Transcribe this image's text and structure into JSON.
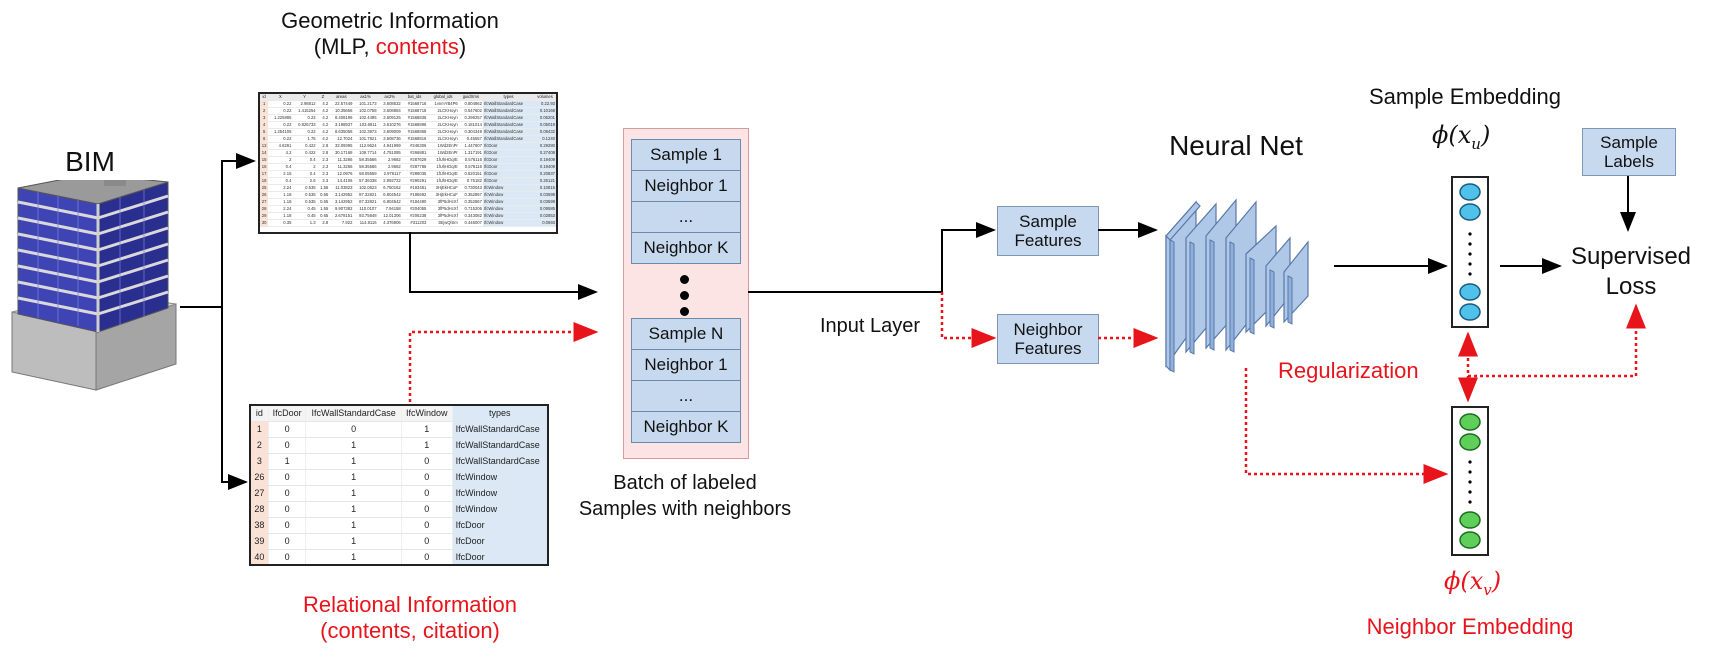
{
  "labels": {
    "bim": "BIM",
    "geo_title_line1": "Geometric Information",
    "geo_title_line2_pre": "(MLP, ",
    "geo_title_line2_red": "contents",
    "geo_title_line2_post": ")",
    "rel_title_line1": "Relational Information",
    "rel_title_line2": "(contents, citation)",
    "batch_caption_line1": "Batch of labeled",
    "batch_caption_line2": "Samples with neighbors",
    "input_layer": "Input Layer",
    "neural_net": "Neural Net",
    "sample_embedding": "Sample Embedding",
    "phi_xu": "ϕ(x",
    "phi_xu_sub": "u",
    "phi_xv": "ϕ(x",
    "phi_xv_sub": "v",
    "regularization": "Regularization",
    "supervised_loss_line1": "Supervised",
    "supervised_loss_line2": "Loss",
    "neighbor_embedding": "Neighbor Embedding"
  },
  "boxes": {
    "sample_features_line1": "Sample",
    "sample_features_line2": "Features",
    "neighbor_features_line1": "Neighbor",
    "neighbor_features_line2": "Features",
    "sample_labels_line1": "Sample",
    "sample_labels_line2": "Labels"
  },
  "batch": {
    "items_top": [
      "Sample 1",
      "Neighbor 1",
      "...",
      "Neighbor K"
    ],
    "items_bottom": [
      "Sample N",
      "Neighbor 1",
      "...",
      "Neighbor K"
    ]
  },
  "geo_table": {
    "header": [
      "id",
      "X",
      "Y",
      "Z",
      "areas",
      "ax1%",
      "ax2%",
      "bat_ids",
      "global_ids",
      "guidXms",
      "types",
      "volumes"
    ],
    "rows": [
      [
        "1",
        "0.22",
        "2.98812",
        "4.2",
        "22.57449",
        "101.2173",
        "3.608532",
        "#1568716",
        "1vnmYB4P6",
        "0.804862",
        "IfcWallStandardCase",
        "0.22.93"
      ],
      [
        "2",
        "0.22",
        "1.415254",
        "4.2",
        "10.35656",
        "102.0758",
        "3.608884",
        "#1568718",
        "2LCKHoyn",
        "0.547602",
        "IfcWallStandardCase",
        "0.10168"
      ],
      [
        "3",
        "1.225895",
        "0.22",
        "4.2",
        "8.408196",
        "102.4495",
        "3.609125",
        "#1568836",
        "2LCKHoyn",
        "0.296257",
        "IfcWallStandardCase",
        "0.06201"
      ],
      [
        "4",
        "0.22",
        "0.826733",
        "4.2",
        "3.198937",
        "103.6911",
        "3.610276",
        "#1568896",
        "2LCKHoyn",
        "0.181014",
        "IfcWallStandardCase",
        "0.05019"
      ],
      [
        "5",
        "1.254105",
        "0.22",
        "4.2",
        "8.635056",
        "102.3973",
        "3.609009",
        "#1568858",
        "2LCKHoyn",
        "0.304349",
        "IfcWallStandardCase",
        "0.08432"
      ],
      [
        "6",
        "0.22",
        "1.76",
        "4.2",
        "12.7024",
        "101.7821",
        "3.608736",
        "#1568816",
        "2LCKHoyn",
        "0.45557",
        "IfcWallStandardCase",
        "0.1240"
      ],
      [
        "13",
        "4.8291",
        "0.422",
        "2.8",
        "33.09395",
        "112.9624",
        "4.941969",
        "#246306",
        "1Wd2EnPr",
        "1.447607",
        "IfcDoor",
        "0.29280"
      ],
      [
        "14",
        "4.2",
        "0.422",
        "2.8",
        "30.17168",
        "109.7714",
        "4.751085",
        "#266881",
        "1Wd2EnPr",
        "1.317191",
        "IfcDoor",
        "0.27408"
      ],
      [
        "15",
        "2",
        "0.4",
        "2.3",
        "11.3266",
        "58.35566",
        "2.9682",
        "#287629",
        "1fUhHDqrE",
        "0.576116",
        "IfcDoor",
        "0.19409"
      ],
      [
        "16",
        "0.4",
        "2",
        "2.3",
        "11.3266",
        "58.35566",
        "2.9682",
        "#287786",
        "1fUhHDqrE",
        "0.576116",
        "IfcDoor",
        "0.19409"
      ],
      [
        "17",
        "2.15",
        "0.4",
        "2.3",
        "12.0976",
        "58.05659",
        "2.976117",
        "#289035",
        "1fUhHDqrE",
        "0.620151",
        "IfcDoor",
        "0.20837"
      ],
      [
        "18",
        "0.4",
        "2.6",
        "2.3",
        "14.4106",
        "57.36338",
        "2.992722",
        "#290291",
        "1fUhHDqrE",
        "0.75182",
        "IfcDoor",
        "0.25121"
      ],
      [
        "25",
        "2.24",
        "0.535",
        "1.55",
        "11.03823",
        "102.0623",
        "6.750162",
        "#193461",
        "3HjEkHCuF",
        "0.730043",
        "IfcWindow",
        "0.10815"
      ],
      [
        "26",
        "1.18",
        "0.535",
        "0.65",
        "3.142952",
        "87.32821",
        "6.804542",
        "#195692",
        "3HjEkHCuF",
        "0.352867",
        "IfcWindow",
        "0.03599"
      ],
      [
        "27",
        "1.18",
        "0.535",
        "0.65",
        "3.142952",
        "87.32821",
        "6.804542",
        "#184490",
        "3fP5dHcXf",
        "0.352867",
        "IfcWindow",
        "0.03599"
      ],
      [
        "28",
        "2.24",
        "0.45",
        "1.55",
        "9.907382",
        "110.0107",
        "7.94158",
        "#204055",
        "3fP5dHcXf",
        "0.715206",
        "IfcWindow",
        "0.09585"
      ],
      [
        "29",
        "1.18",
        "0.45",
        "0.65",
        "2.678151",
        "93.75848",
        "12.01306",
        "#206238",
        "3fP5dHcXf",
        "0.343082",
        "IfcWindow",
        "0.02853"
      ],
      [
        "30",
        "0.35",
        "1.3",
        "2.8",
        "7.922",
        "114.8116",
        "4.376906",
        "#311203",
        "3EjwQlSm",
        "0.446007",
        "IfcWindow",
        "0.0693"
      ]
    ]
  },
  "rel_table": {
    "header": [
      "id",
      "IfcDoor",
      "IfcWallStandardCase",
      "IfcWindow",
      "types"
    ],
    "rows": [
      [
        "1",
        "0",
        "0",
        "1",
        "IfcWallStandardCase"
      ],
      [
        "2",
        "0",
        "1",
        "1",
        "IfcWallStandardCase"
      ],
      [
        "3",
        "1",
        "1",
        "0",
        "IfcWallStandardCase"
      ],
      [
        "26",
        "0",
        "1",
        "0",
        "IfcWindow"
      ],
      [
        "27",
        "0",
        "1",
        "0",
        "IfcWindow"
      ],
      [
        "28",
        "0",
        "1",
        "0",
        "IfcWindow"
      ],
      [
        "38",
        "0",
        "1",
        "0",
        "IfcDoor"
      ],
      [
        "39",
        "0",
        "1",
        "0",
        "IfcDoor"
      ],
      [
        "40",
        "0",
        "1",
        "0",
        "IfcDoor"
      ]
    ]
  },
  "colors": {
    "accent_red": "#e8141b",
    "box_blue": "#c7d9ee",
    "node_blue": "#4fc1ea",
    "node_green": "#5ed05a",
    "batch_pink": "#fde4e4"
  }
}
